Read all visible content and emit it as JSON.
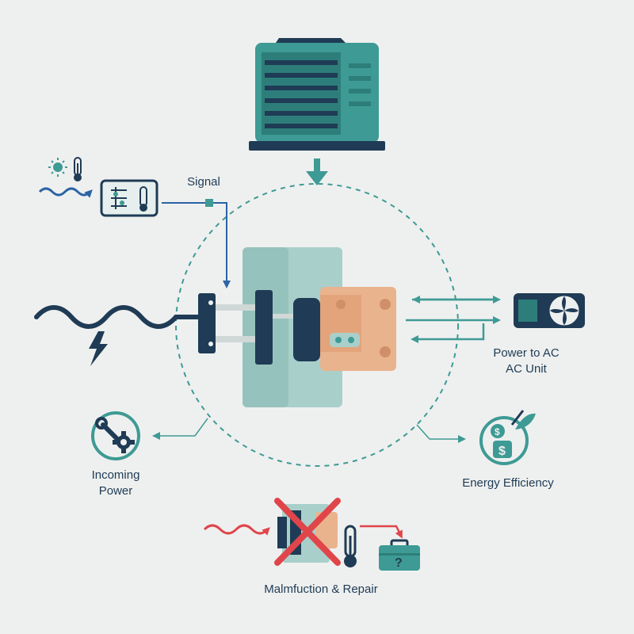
{
  "labels": {
    "signal": "Signal",
    "power_to_ac_line1": "Power to AC",
    "power_to_ac_line2": "AC Unit",
    "incoming_power_line1": "Incoming",
    "incoming_power_line2": "Power",
    "energy_efficiency": "Energy Efficiency",
    "malfunction_repair": "Malmfuction & Repair"
  },
  "icons": {
    "top": "ac-unit-icon",
    "thermostat": "thermostat-panel-icon",
    "sun": "sun-icon",
    "thermometer": "thermometer-icon",
    "lightning": "lightning-icon",
    "fan": "ac-fan-icon",
    "gear": "wrench-gear-icon",
    "savings": "money-leaf-icon",
    "toolbox": "toolbox-icon",
    "broken": "broken-contactor-icon"
  },
  "colors": {
    "navy": "#1f3b55",
    "teal": "#3e9a94",
    "teal_dark": "#2d7e7a",
    "peach": "#e9b38e",
    "red": "#e0454a",
    "blue_line": "#2b63a5",
    "background": "#eef0ef"
  }
}
